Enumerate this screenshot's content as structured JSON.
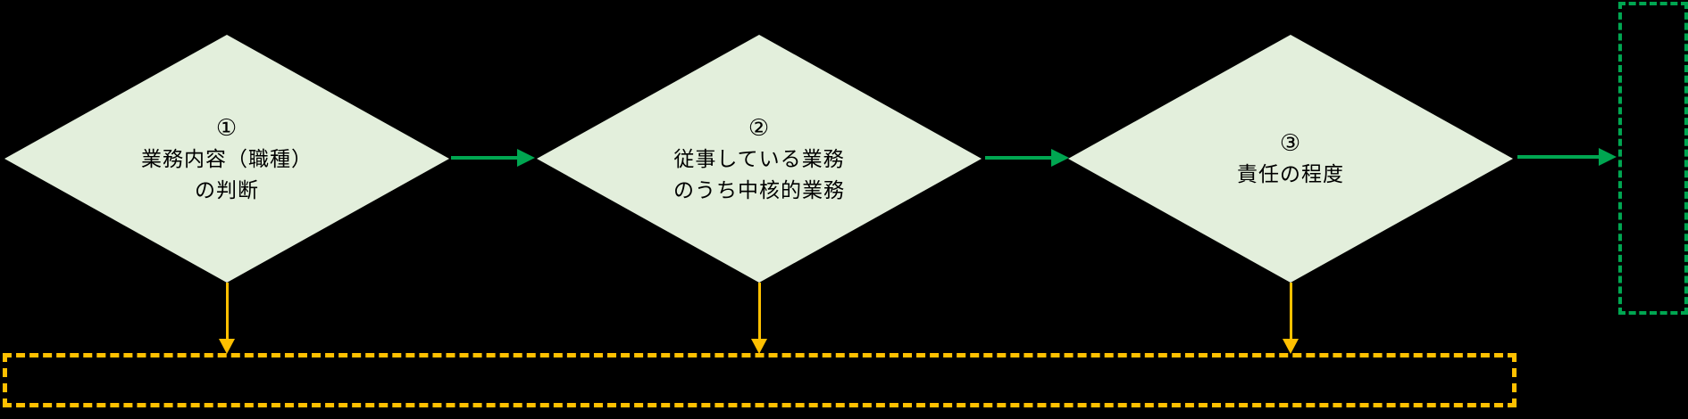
{
  "page": {
    "background": "#000000"
  },
  "colors": {
    "diamond_fill": "#e3efdc",
    "flow_green": "#00a651",
    "branch_orange": "#ffc000",
    "text": "#000000"
  },
  "flowchart": {
    "steps": [
      {
        "number": "①",
        "line1": "業務内容（職種）",
        "line2": "の判断"
      },
      {
        "number": "②",
        "line1": "従事している業務",
        "line2": "のうち中核的業務"
      },
      {
        "number": "③",
        "line1": "責任の程度"
      }
    ],
    "connectors": {
      "horizontal": [
        "step1-to-step2",
        "step2-to-step3",
        "step3-to-green-box"
      ],
      "vertical": [
        "step1-to-orange-box",
        "step2-to-orange-box",
        "step3-to-orange-box"
      ]
    },
    "outcome_boxes": {
      "orange_box_text": "",
      "green_box_text": ""
    }
  }
}
